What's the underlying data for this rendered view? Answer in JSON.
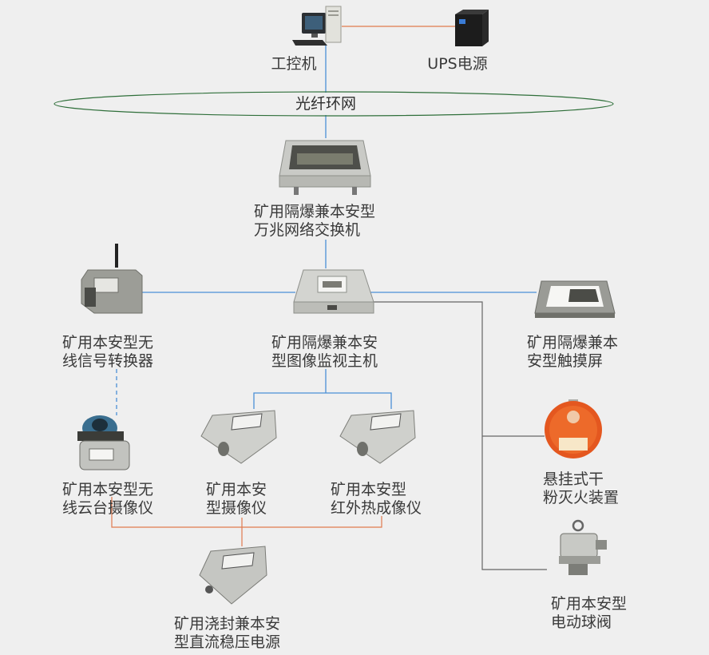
{
  "nodes": {
    "ipc": {
      "label": "工控机"
    },
    "ups": {
      "label": "UPS电源"
    },
    "ring": {
      "label": "光纤环网"
    },
    "switch": {
      "line1": "矿用隔爆兼本安型",
      "line2": "万兆网络交换机"
    },
    "host": {
      "line1": "矿用隔爆兼本安",
      "line2": "型图像监视主机"
    },
    "wireless_converter": {
      "line1": "矿用本安型无",
      "line2": "线信号转换器"
    },
    "touchscreen": {
      "line1": "矿用隔爆兼本",
      "line2": "安型触摸屏"
    },
    "ptz_camera": {
      "line1": "矿用本安型无",
      "line2": "线云台摄像仪"
    },
    "camera": {
      "line1": "矿用本安",
      "line2": "型摄像仪"
    },
    "thermal_camera": {
      "line1": "矿用本安型",
      "line2": "红外热成像仪"
    },
    "extinguisher": {
      "line1": "悬挂式干",
      "line2": "粉灭火装置"
    },
    "ball_valve": {
      "line1": "矿用本安型",
      "line2": "电动球阀"
    },
    "power_supply": {
      "line1": "矿用浇封兼本安",
      "line2": "型直流稳压电源"
    }
  },
  "colors": {
    "fiber_link": "#4a8fd6",
    "power_link": "#e07a4e",
    "cable_link": "#666666",
    "ring_stroke": "#2f6f3a",
    "background": "#efefef"
  },
  "device_icons": {
    "ipc": "desktop-computer-icon",
    "ups": "ups-tower-icon",
    "switch": "explosion-proof-enclosure-icon",
    "host": "explosion-proof-enclosure-icon",
    "wireless_converter": "antenna-box-icon",
    "touchscreen": "touch-panel-icon",
    "ptz_camera": "dome-camera-icon",
    "camera": "box-camera-icon",
    "thermal_camera": "box-camera-icon",
    "extinguisher": "hanging-extinguisher-icon",
    "ball_valve": "electric-valve-icon",
    "power_supply": "power-supply-box-icon"
  }
}
